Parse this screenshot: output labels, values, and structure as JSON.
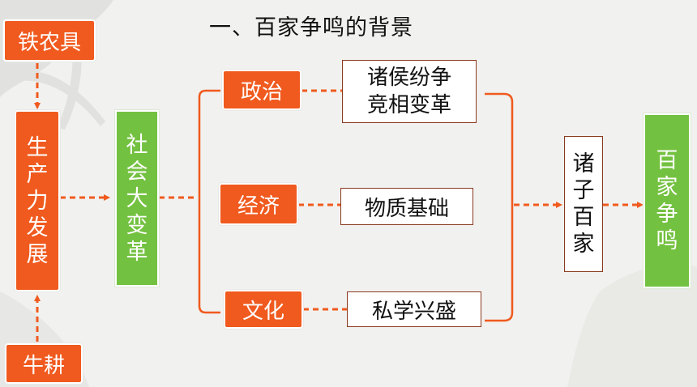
{
  "title": "一、百家争鸣的背景",
  "nodes": {
    "iron_tools": "铁农具",
    "productivity": "生产力发展",
    "ox_plough": "牛耕",
    "social_change": "社会大变革",
    "politics": "政治",
    "economy": "经济",
    "culture": "文化",
    "politics_detail_1": "诸侯纷争",
    "politics_detail_2": "竞相变革",
    "economy_detail": "物质基础",
    "culture_detail": "私学兴盛",
    "hundred_schools": "诸子百家",
    "contention": "百家争鸣"
  },
  "colors": {
    "orange": "#f05a1e",
    "green": "#73c140",
    "border_brown": "#8a3a1e",
    "arrow": "#f05a1e"
  }
}
